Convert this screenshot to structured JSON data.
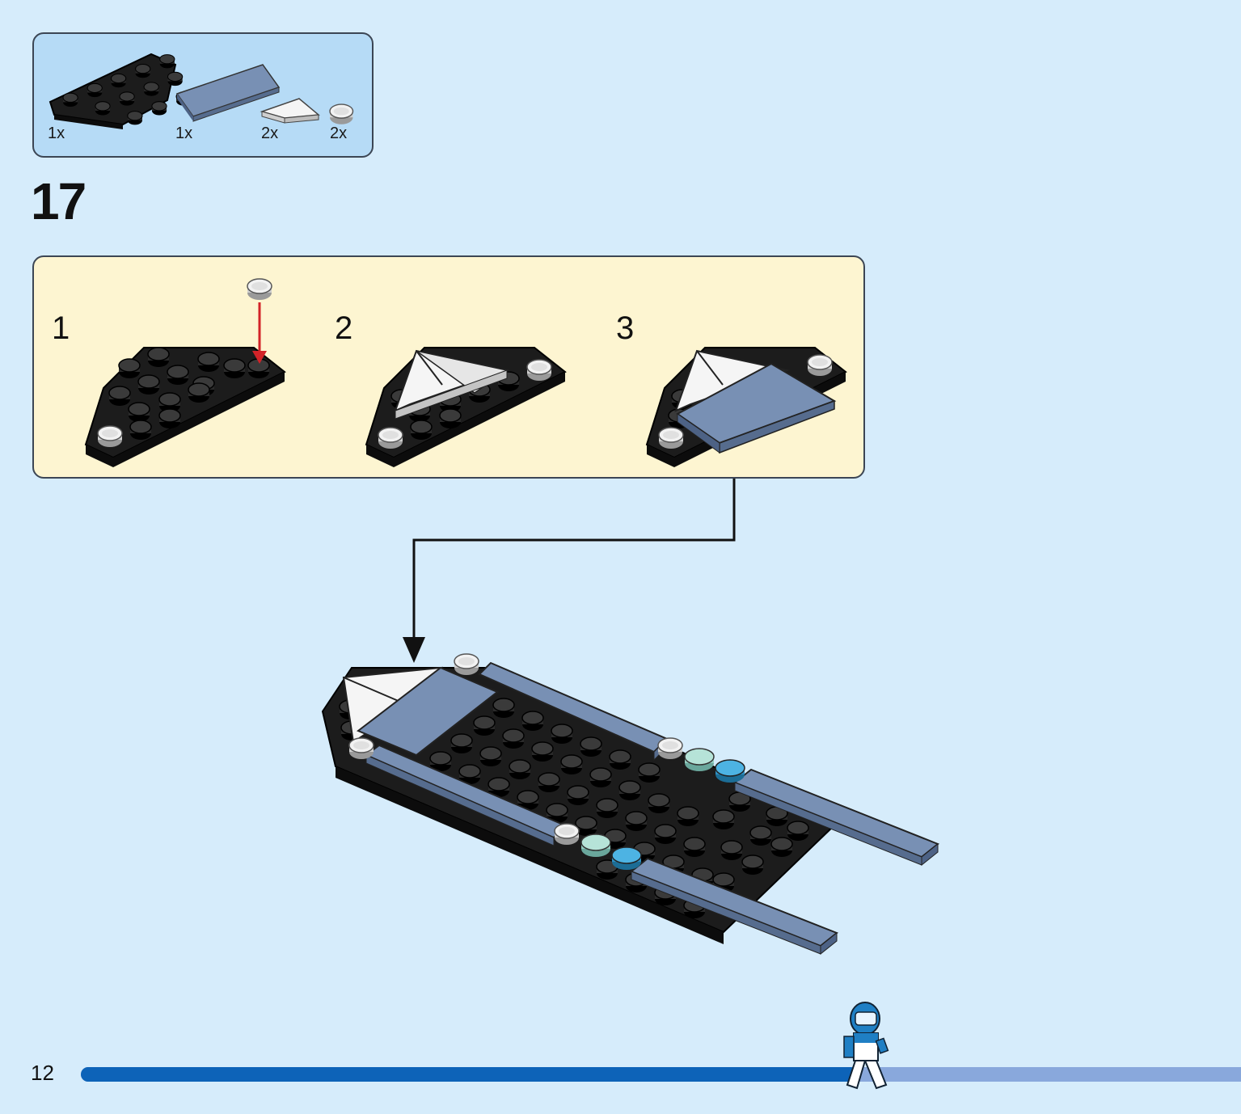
{
  "parts": [
    {
      "name": "black-wedge-plate",
      "quantity": "1x"
    },
    {
      "name": "sand-blue-tile",
      "quantity": "1x"
    },
    {
      "name": "white-wedge-tile",
      "quantity": "2x"
    },
    {
      "name": "white-round-tile",
      "quantity": "2x"
    }
  ],
  "step": {
    "number": "17"
  },
  "substeps": [
    {
      "number": "1"
    },
    {
      "number": "2"
    },
    {
      "number": "3"
    }
  ],
  "page": {
    "number": "12",
    "progress": 0.67
  },
  "colors": {
    "background": "#d6ecfb",
    "parts_panel": "#b6dbf6",
    "substeps_panel": "#fdf5d1",
    "progress_done": "#0d63b8",
    "progress_remaining": "#89a8dc",
    "plate_black": "#1c1c1c",
    "tile_sand_blue": "#7890b4",
    "arrow_red": "#d22328"
  }
}
